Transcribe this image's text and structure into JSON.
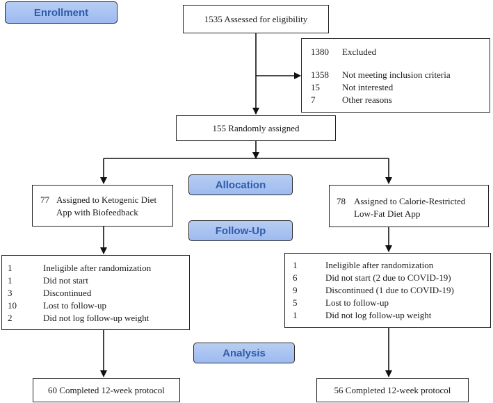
{
  "stages": {
    "enrollment": "Enrollment",
    "allocation": "Allocation",
    "followup": "Follow-Up",
    "analysis": "Analysis"
  },
  "assessed": "1535 Assessed for eligibility",
  "excluded": {
    "items": [
      {
        "n": "1380",
        "label": "Excluded"
      },
      {
        "n": "1358",
        "label": "Not meeting inclusion criteria"
      },
      {
        "n": "15",
        "label": "Not interested"
      },
      {
        "n": "7",
        "label": "Other reasons"
      }
    ]
  },
  "randomized": "155 Randomly assigned",
  "left_arm": {
    "n": "77",
    "label_line1": "Assigned to Ketogenic Diet",
    "label_line2": "App with Biofeedback",
    "followup": [
      {
        "n": "1",
        "label": "Ineligible after randomization"
      },
      {
        "n": "1",
        "label": "Did not start"
      },
      {
        "n": "3",
        "label": "Discontinued"
      },
      {
        "n": "10",
        "label": "Lost to follow-up"
      },
      {
        "n": "2",
        "label": "Did not log follow-up weight"
      }
    ],
    "completed": "60 Completed 12-week protocol"
  },
  "right_arm": {
    "n": "78",
    "label_line1": "Assigned to Calorie-Restricted",
    "label_line2": "Low-Fat Diet App",
    "followup": [
      {
        "n": "1",
        "label": "Ineligible after randomization"
      },
      {
        "n": "6",
        "label": "Did not start (2 due to COVID-19)"
      },
      {
        "n": "9",
        "label": "Discontinued (1 due to COVID-19)"
      },
      {
        "n": "5",
        "label": "Lost to follow-up"
      },
      {
        "n": "1",
        "label": "Did not log follow-up weight"
      }
    ],
    "completed": "56 Completed 12-week protocol"
  }
}
